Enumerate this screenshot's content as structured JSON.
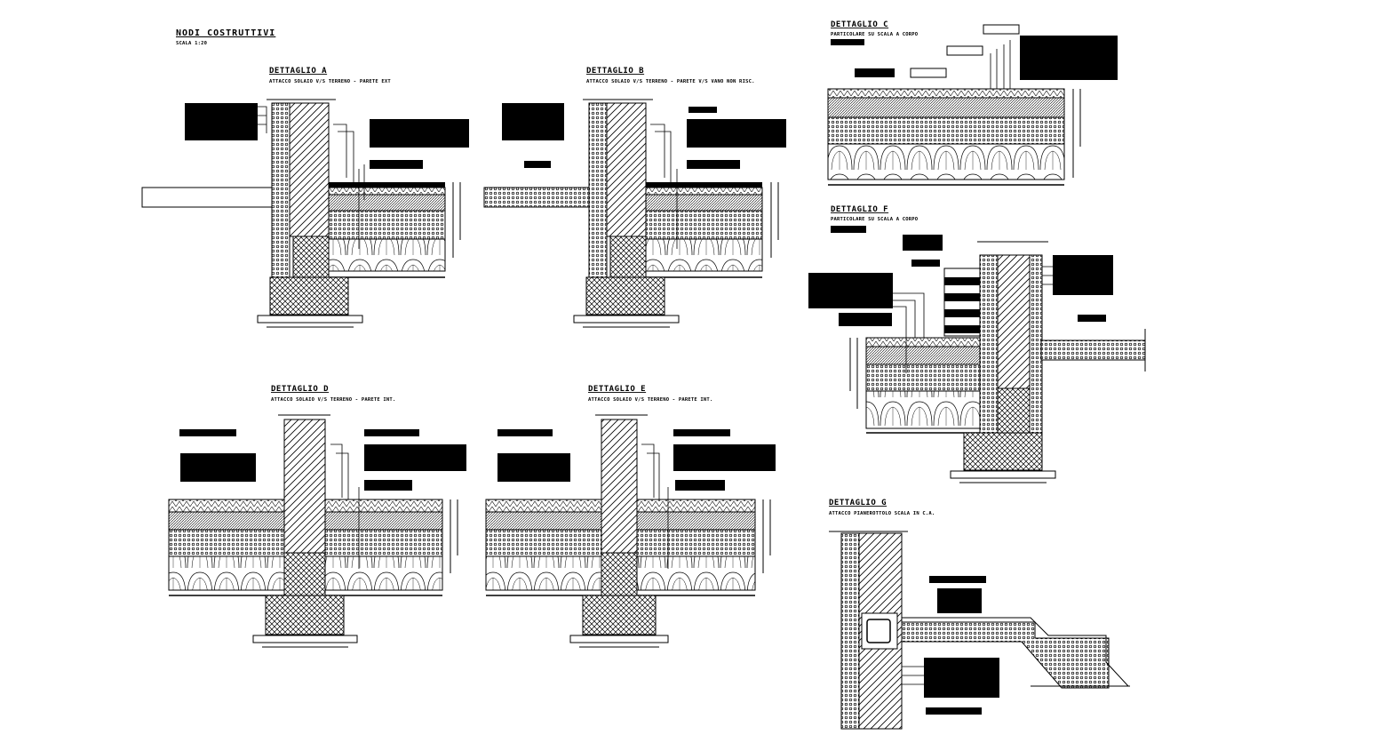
{
  "sheet": {
    "title": "NODI COSTRUTTIVI",
    "scale": "SCALA 1:20"
  },
  "details": {
    "a": {
      "title": "DETTAGLIO A",
      "subtitle": "ATTACCO SOLAIO V/S TERRENO - PARETE EXT"
    },
    "b": {
      "title": "DETTAGLIO B",
      "subtitle": "ATTACCO SOLAIO V/S TERRENO - PARETE V/S VANO NON RISC."
    },
    "c": {
      "title": "DETTAGLIO C",
      "subtitle": "PARTICOLARE SU SCALA A CORPO"
    },
    "d": {
      "title": "DETTAGLIO D",
      "subtitle": "ATTACCO SOLAIO V/S TERRENO - PARETE INT."
    },
    "e": {
      "title": "DETTAGLIO E",
      "subtitle": "ATTACCO SOLAIO V/S TERRENO - PARETE INT."
    },
    "f": {
      "title": "DETTAGLIO F",
      "subtitle": "PARTICOLARE SU SCALA A CORPO"
    },
    "g": {
      "title": "DETTAGLIO G",
      "subtitle": "ATTACCO PIANEROTTOLO SCALA IN C.A."
    }
  },
  "colors": {
    "ink": "#000000",
    "paper": "#ffffff"
  }
}
